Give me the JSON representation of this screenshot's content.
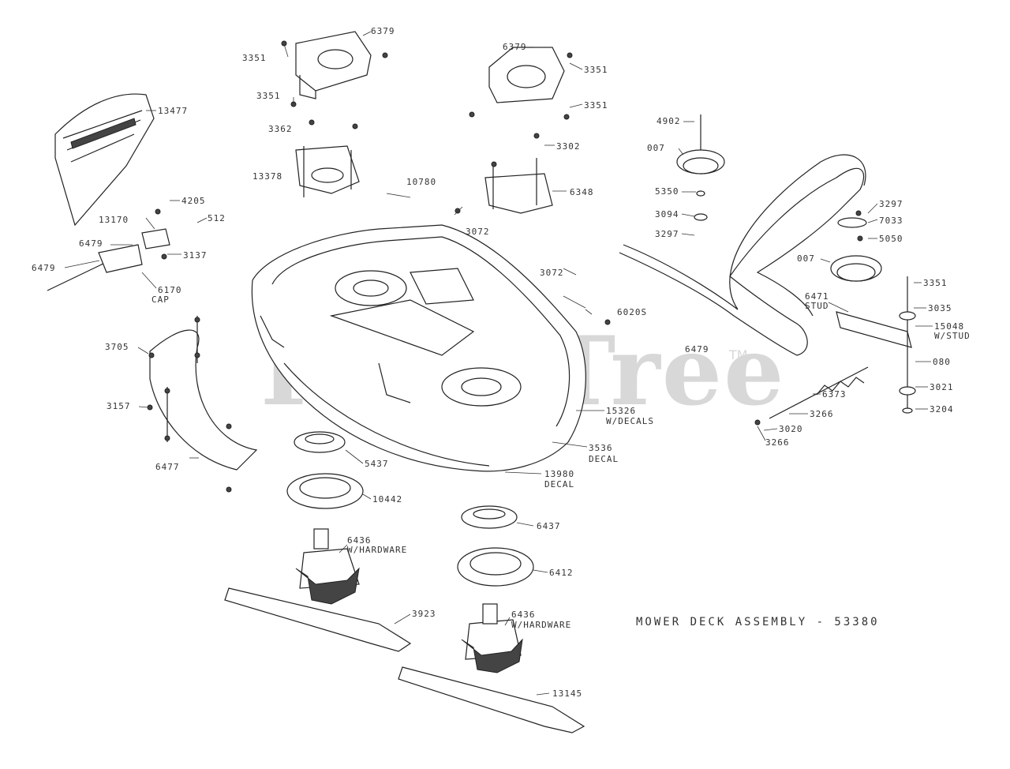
{
  "watermark": {
    "text": "PartsTree",
    "trademark": "TM"
  },
  "title": "MOWER DECK ASSEMBLY - 53380",
  "labels": [
    "6379",
    "3351",
    "3351",
    "3362",
    "13378",
    "6379",
    "3351",
    "3351",
    "3302",
    "6348",
    "13477",
    "4205",
    "13170",
    "512",
    "6479",
    "6479",
    "3137",
    "6170",
    "CAP",
    "10780",
    "3072",
    "3072",
    "6020S",
    "4902",
    "007",
    "5350",
    "3094",
    "3297",
    "3297",
    "7033",
    "5050",
    "007",
    "6471",
    "STUD",
    "3351",
    "3035",
    "15048",
    "W/STUD",
    "080",
    "3021",
    "3204",
    "6373",
    "3266",
    "3020",
    "3266",
    "6479",
    "3705",
    "3157",
    "6477",
    "15326",
    "W/DECALS",
    "3536",
    "DECAL",
    "13980",
    "DECAL",
    "5437",
    "10442",
    "6436",
    "W/HARDWARE",
    "6437",
    "6412",
    "6436",
    "W/HARDWARE",
    "3923",
    "13145"
  ]
}
